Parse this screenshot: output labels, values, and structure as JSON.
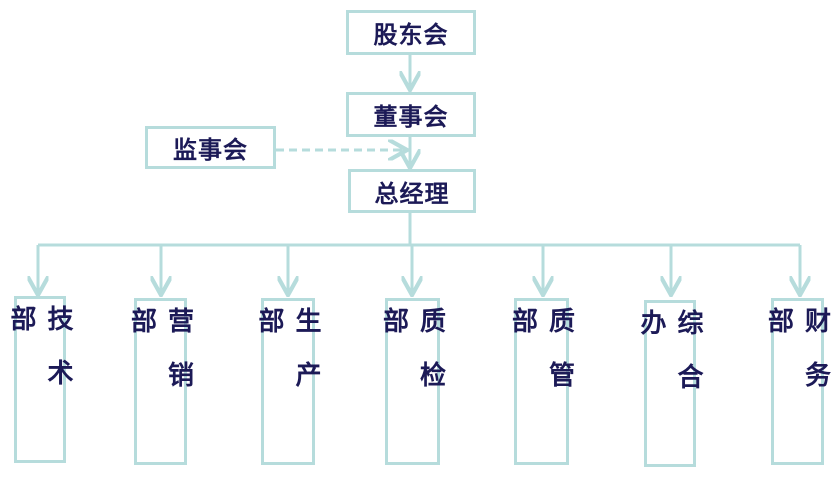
{
  "colors": {
    "connector": "#b6dcdc",
    "border": "#b6dcdc",
    "text": "#1c1a57"
  },
  "top": {
    "shareholders": "股东会",
    "board": "董事会",
    "supervisors": "监事会",
    "general_manager": "总经理"
  },
  "departments": [
    {
      "label": "技术部"
    },
    {
      "label": "营销部"
    },
    {
      "label": "生产部"
    },
    {
      "label": "质检部"
    },
    {
      "label": "质管部"
    },
    {
      "label": "综合办"
    },
    {
      "label": "财务部"
    }
  ]
}
